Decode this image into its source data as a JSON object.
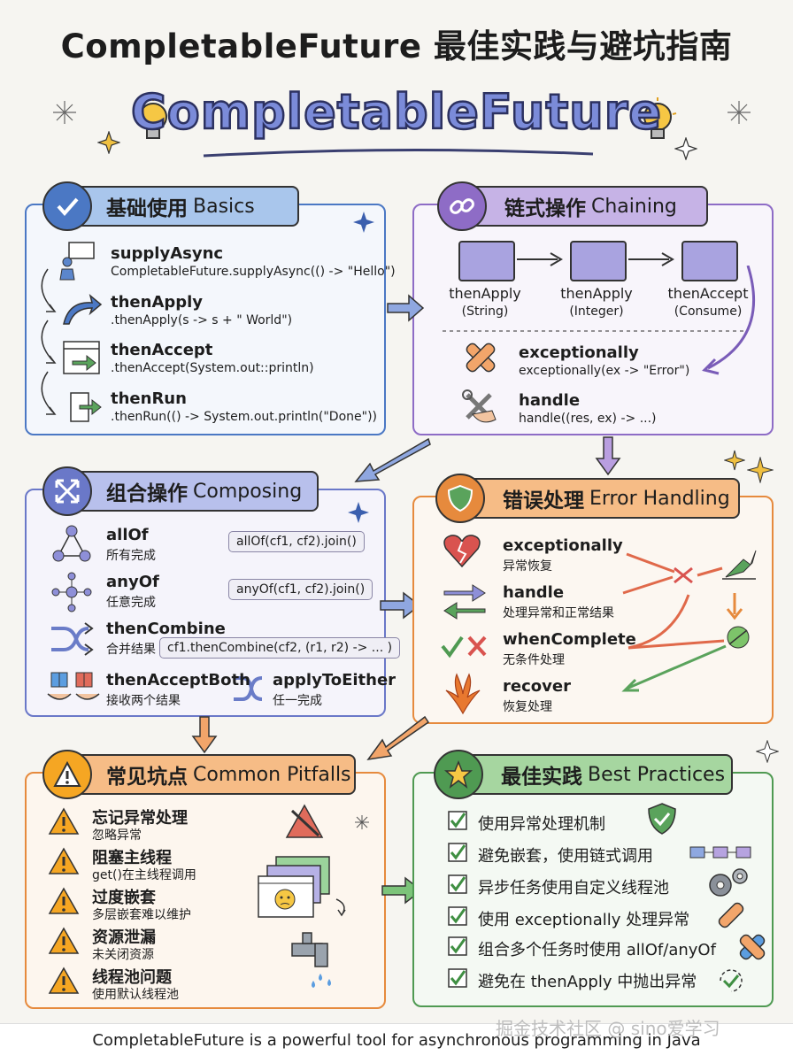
{
  "title": "CompletableFuture 最佳实践与避坑指南",
  "hero": "CompletableFuture",
  "basics": {
    "title_cn": "基础使用",
    "title_en": "Basics",
    "items": [
      {
        "name": "supplyAsync",
        "code": "CompletableFuture.supplyAsync(() -> \"Hello\")"
      },
      {
        "name": "thenApply",
        "code": ".thenApply(s -> s + \" World\")"
      },
      {
        "name": "thenAccept",
        "code": ".thenAccept(System.out::println)"
      },
      {
        "name": "thenRun",
        "code": ".thenRun(() -> System.out.println(\"Done\"))"
      }
    ]
  },
  "chaining": {
    "title_cn": "链式操作",
    "title_en": "Chaining",
    "steps": [
      {
        "name": "thenApply",
        "sub": "(String)"
      },
      {
        "name": "thenApply",
        "sub": "(Integer)"
      },
      {
        "name": "thenAccept",
        "sub": "(Consume)"
      }
    ],
    "items": [
      {
        "name": "exceptionally",
        "code": "exceptionally(ex -> \"Error\")"
      },
      {
        "name": "handle",
        "code": "handle((res, ex) -> ...)"
      }
    ]
  },
  "composing": {
    "title_cn": "组合操作",
    "title_en": "Composing",
    "items": [
      {
        "name": "allOf",
        "desc": "所有完成",
        "code": "allOf(cf1, cf2).join()"
      },
      {
        "name": "anyOf",
        "desc": "任意完成",
        "code": "anyOf(cf1, cf2).join()"
      },
      {
        "name": "thenCombine",
        "desc": "合并结果",
        "code": "cf1.thenCombine(cf2, (r1, r2) -> ... )"
      }
    ],
    "both": {
      "name": "thenAcceptBoth",
      "desc": "接收两个结果"
    },
    "either": {
      "name": "applyToEither",
      "desc": "任一完成"
    }
  },
  "errors": {
    "title_cn": "错误处理",
    "title_en": "Error Handling",
    "items": [
      {
        "name": "exceptionally",
        "desc": "异常恢复"
      },
      {
        "name": "handle",
        "desc": "处理异常和正常结果"
      },
      {
        "name": "whenComplete",
        "desc": "无条件处理"
      },
      {
        "name": "recover",
        "desc": "恢复处理"
      }
    ]
  },
  "pitfalls": {
    "title_cn": "常见坑点",
    "title_en": "Common Pitfalls",
    "items": [
      {
        "name": "忘记异常处理",
        "desc": "忽略异常"
      },
      {
        "name": "阻塞主线程",
        "desc": "get()在主线程调用"
      },
      {
        "name": "过度嵌套",
        "desc": "多层嵌套难以维护"
      },
      {
        "name": "资源泄漏",
        "desc": "未关闭资源"
      },
      {
        "name": "线程池问题",
        "desc": "使用默认线程池"
      }
    ]
  },
  "best": {
    "title_cn": "最佳实践",
    "title_en": "Best Practices",
    "items": [
      "使用异常处理机制",
      "避免嵌套，使用链式调用",
      "异步任务使用自定义线程池",
      "使用 exceptionally 处理异常",
      "组合多个任务时使用 allOf/anyOf",
      "避免在 thenApply 中抛出异常"
    ]
  },
  "footer": "CompletableFuture is a powerful tool for asynchronous programming in Java",
  "watermark": "掘金技术社区 @ sino爱学习",
  "colors": {
    "blue": "#4b78c4",
    "purple": "#8e6cc6",
    "orange": "#e68a3d",
    "green": "#4f9a52"
  }
}
